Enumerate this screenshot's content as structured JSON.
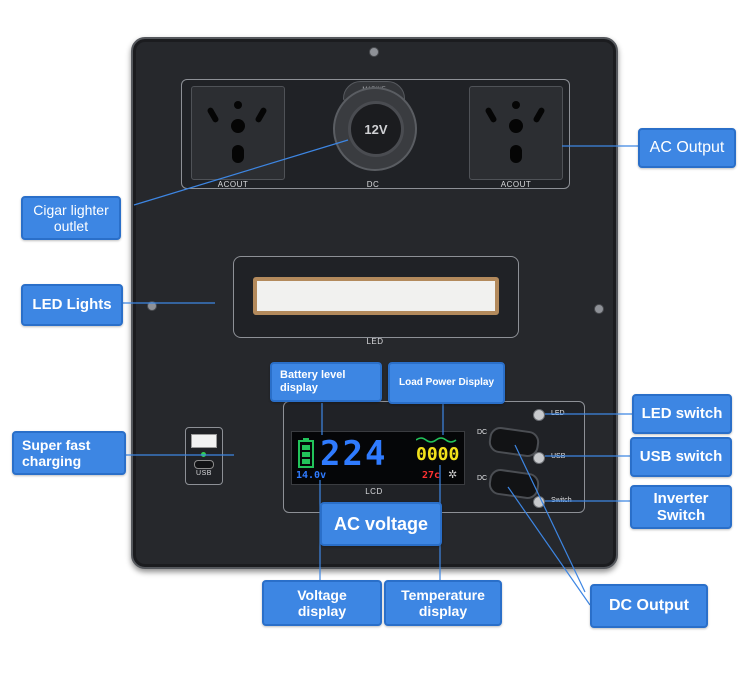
{
  "panel": {
    "socket_left_label": "ACOUT",
    "socket_right_label": "ACOUT",
    "dc_label": "DC",
    "dc_cap_text": "MARINE",
    "dc_voltage_text": "12V",
    "led_label": "LED",
    "lcd_label": "LCD",
    "usb_label": "USB",
    "switches": [
      {
        "label": "LED"
      },
      {
        "label": "USB"
      },
      {
        "label": "Switch"
      }
    ],
    "dc_port_labels": [
      "DC",
      "DC"
    ],
    "lcd": {
      "voltage": "224",
      "load": "0000",
      "battery_voltage": "14.0v",
      "temperature": "27c"
    }
  },
  "callouts": {
    "cigar": "Cigar lighter\noutlet",
    "led_lights": "LED Lights",
    "super_fast": "Super fast\ncharging",
    "battery": "Battery level\ndisplay",
    "load_power": "Load Power Display",
    "ac_output": "AC Output",
    "led_switch": "LED switch",
    "usb_switch": "USB switch",
    "inverter": "Inverter\nSwitch",
    "ac_voltage": "AC voltage",
    "voltage_display": "Voltage\ndisplay",
    "temperature_display": "Temperature\ndisplay",
    "dc_output": "DC Output"
  },
  "colors": {
    "callout_blue": "#3d86e3",
    "panel_dark": "#26282c",
    "lcd_voltage_blue": "#2f7bff",
    "lcd_load_yellow": "#f2e21b",
    "lcd_battery_green": "#22c35a",
    "lcd_temp_red": "#ff3232"
  }
}
